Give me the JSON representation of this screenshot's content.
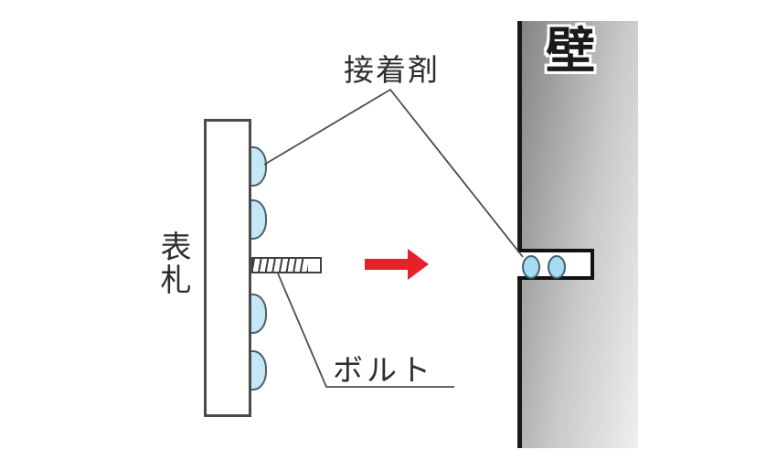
{
  "diagram": {
    "title_context": "nameplate-to-wall mounting diagram",
    "labels": {
      "adhesive": "接着剤",
      "bolt": "ボルト",
      "nameplate": "表札",
      "wall": "壁"
    },
    "arrow": {
      "direction": "right",
      "color": "#e62129"
    },
    "counts": {
      "adhesive_blobs_on_plate": 4,
      "adhesive_dabs_in_hole": 2
    },
    "colors": {
      "adhesive_fill": "#c4e7f6",
      "adhesive_dab_fill": "#a5dcf3",
      "adhesive_stroke": "#4e5d66",
      "outline_gray": "#4a4a4a",
      "hole_border": "#111111",
      "wall_gradient_dark": "#848484",
      "wall_gradient_light": "#efefef",
      "background": "#ffffff",
      "text": "#2e2e2e"
    }
  }
}
